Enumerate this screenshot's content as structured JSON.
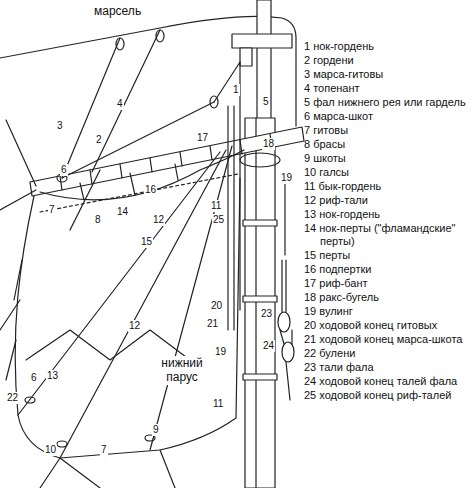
{
  "diagram": {
    "labels": [
      "марсель",
      "1 нок-гордень",
      "2 гордени",
      "3 марса-гитовы",
      "4 топенант",
      "5 фал нижнего рея или гардель",
      "6 марса-шкот",
      "7 гитовы",
      "8 брасы",
      "9 шкоты",
      "10 галсы",
      "11 бык-гордень",
      "12 риф-тали",
      "13 нок-гордень",
      "14 нок-перты (\"фламандские\" перты)",
      "15 перты",
      "16 подпертки",
      "17 риф-бант",
      "18 ракс-бугель",
      "19 вулинг",
      "20 ходовой конец гитовых",
      "21 ходовой конец марса-шкота",
      "22 булени",
      "23 тали фала",
      "24 ходовой конец талей фала",
      "25 ходовой конец риф-талей",
      "нижний парус",
      "1",
      "2",
      "3",
      "4",
      "5",
      "6",
      "7",
      "8",
      "14",
      "16",
      "15",
      "12",
      "11",
      "25",
      "13",
      "12",
      "20",
      "21",
      "19",
      "23",
      "24",
      "19",
      "18",
      "17",
      "22",
      "11",
      "10",
      "9",
      "7",
      "6"
    ]
  }
}
